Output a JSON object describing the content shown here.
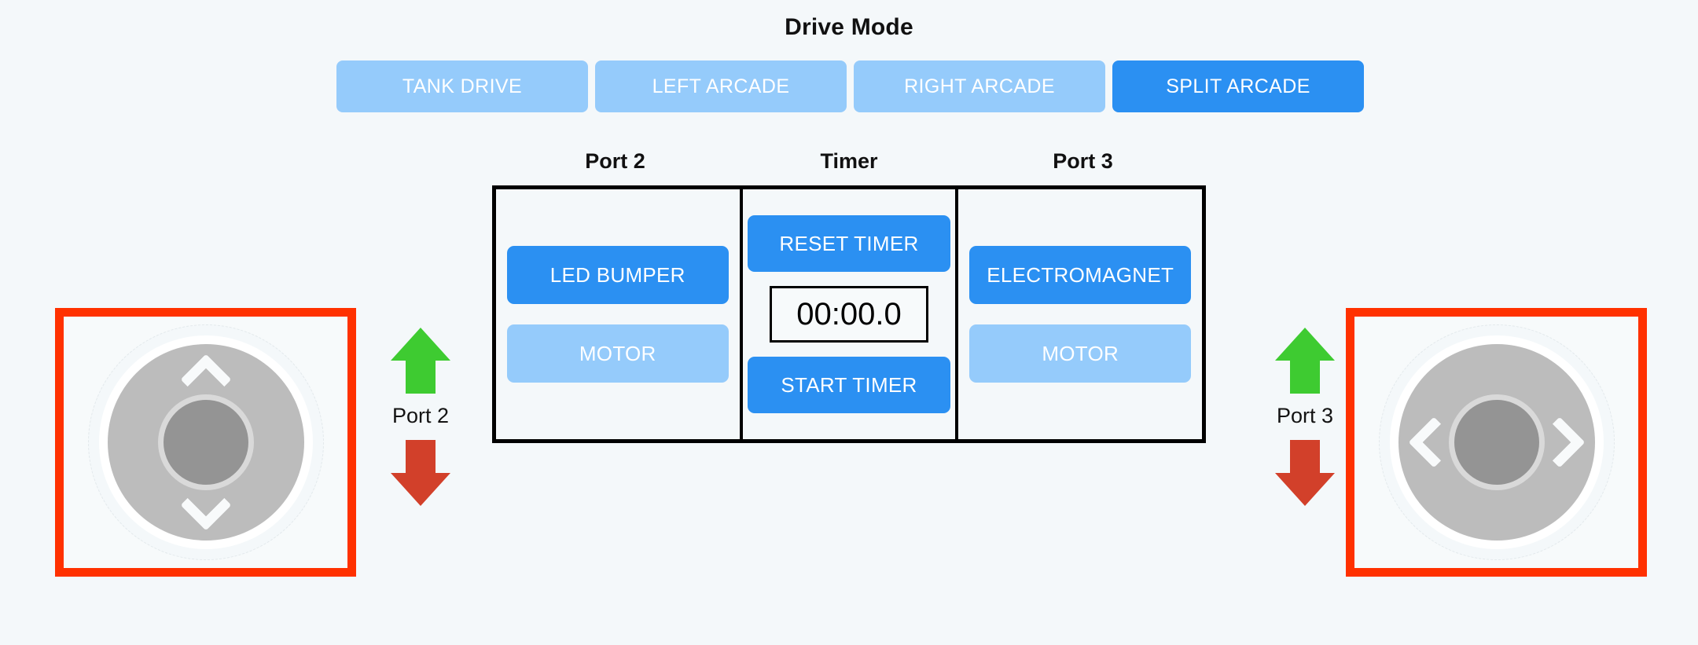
{
  "header": {
    "title": "Drive Mode"
  },
  "drive_modes": {
    "options": [
      {
        "label": "TANK DRIVE",
        "name": "tank-drive",
        "active": false
      },
      {
        "label": "LEFT ARCADE",
        "name": "left-arcade",
        "active": false
      },
      {
        "label": "RIGHT ARCADE",
        "name": "right-arcade",
        "active": false
      },
      {
        "label": "SPLIT ARCADE",
        "name": "split-arcade",
        "active": true
      }
    ],
    "selected": "SPLIT ARCADE"
  },
  "panel": {
    "columns": {
      "port2": {
        "header": "Port 2",
        "primary_button": "LED BUMPER",
        "secondary_button": "MOTOR"
      },
      "timer": {
        "header": "Timer",
        "reset_button": "RESET TIMER",
        "display": "00:00.0",
        "start_button": "START TIMER"
      },
      "port3": {
        "header": "Port 3",
        "primary_button": "ELECTROMAGNET",
        "secondary_button": "MOTOR"
      }
    }
  },
  "joysticks": {
    "left": {
      "name": "left-joystick",
      "axis": "vertical",
      "icons": [
        "chevron-up-icon",
        "chevron-down-icon"
      ]
    },
    "right": {
      "name": "right-joystick",
      "axis": "horizontal",
      "icons": [
        "chevron-left-icon",
        "chevron-right-icon"
      ]
    }
  },
  "port_indicators": [
    {
      "label": "Port 2",
      "up_icon": "arrow-up-icon",
      "down_icon": "arrow-down-icon"
    },
    {
      "label": "Port 3",
      "up_icon": "arrow-up-icon",
      "down_icon": "arrow-down-icon"
    }
  ],
  "colors": {
    "background": "#f4f8fa",
    "accent_active": "#2b90f2",
    "accent_inactive": "#95cbfb",
    "arrow_up": "#3ecb31",
    "arrow_down": "#d2402a",
    "highlight_border": "#ff3100",
    "panel_border": "#000000"
  }
}
